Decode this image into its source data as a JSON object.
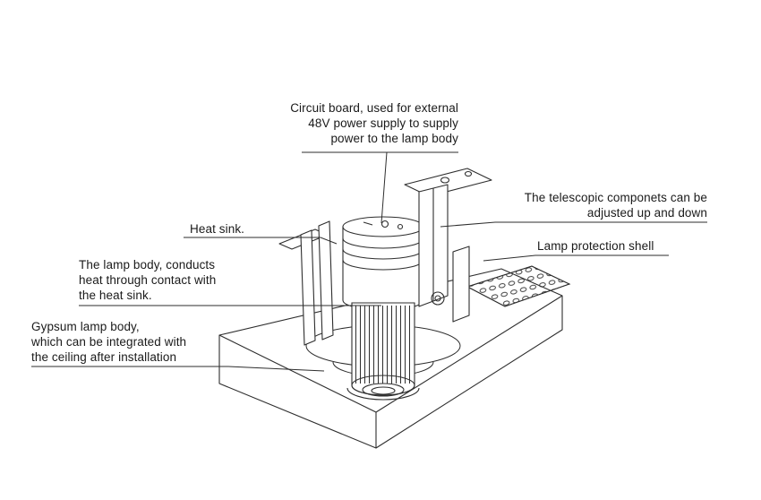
{
  "diagram": {
    "background": "#ffffff",
    "ink": "#2e2e2e",
    "labels": {
      "circuit_board": "Circuit board, used for external\n48V power supply to supply\npower to the lamp body",
      "telescopic": "The telescopic componets can be\nadjusted up and down",
      "protection_shell": "Lamp protection shell",
      "heat_sink": "Heat sink.",
      "lamp_body": "The lamp body, conducts\nheat through contact with\nthe heat sink.",
      "gypsum": "Gypsum lamp body,\nwhich can be integrated with\nthe ceiling after installation"
    }
  }
}
